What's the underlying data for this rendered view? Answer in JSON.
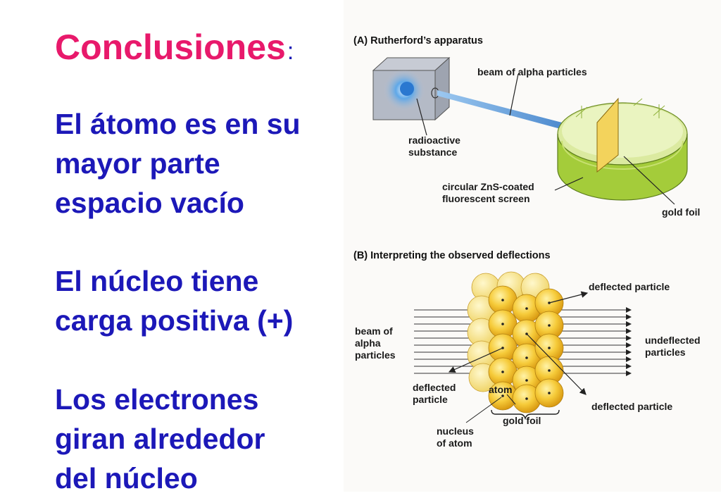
{
  "slide": {
    "title": "Conclusiones",
    "title_colon": ":",
    "points": [
      [
        "El átomo es en su",
        "mayor parte",
        "espacio vacío"
      ],
      [
        "El núcleo tiene",
        "carga positiva (+)"
      ],
      [
        "Los electrones",
        "giran alrededor",
        "del núcleo"
      ]
    ]
  },
  "figure": {
    "panel_a": {
      "heading": "(A) Rutherford’s apparatus",
      "beam_label": "beam of alpha particles",
      "source_label": [
        "radioactive",
        "substance"
      ],
      "screen_label": [
        "circular ZnS-coated",
        "fluorescent screen"
      ],
      "foil_label": "gold foil"
    },
    "panel_b": {
      "heading": "(B) Interpreting the observed deflections",
      "deflected_top": "deflected particle",
      "beam_label": [
        "beam of",
        "alpha",
        "particles"
      ],
      "undeflected_label": [
        "undeflected",
        "particles"
      ],
      "deflected_left": [
        "deflected",
        "particle"
      ],
      "atom_label": "atom",
      "deflected_bottom": "deflected particle",
      "foil_label": "gold foil",
      "nucleus_label": [
        "nucleus",
        "of atom"
      ]
    }
  },
  "colors": {
    "title": "#e8196b",
    "body_text": "#1c18b8",
    "atom_fill": "#f5c22e",
    "screen_green": "#a4cc3a"
  }
}
